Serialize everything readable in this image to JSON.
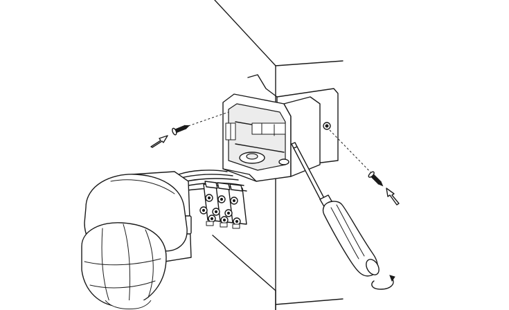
{
  "diagram": {
    "ink_color": "#1a1a1a",
    "background_color": "#ffffff",
    "parts": [
      "wall-corner",
      "junction-box",
      "terminal-block",
      "motion-sensor",
      "screwdriver",
      "mounting-screw-left",
      "mounting-screw-right",
      "insert-arrow-left",
      "insert-arrow-right",
      "rotation-arrow"
    ]
  }
}
